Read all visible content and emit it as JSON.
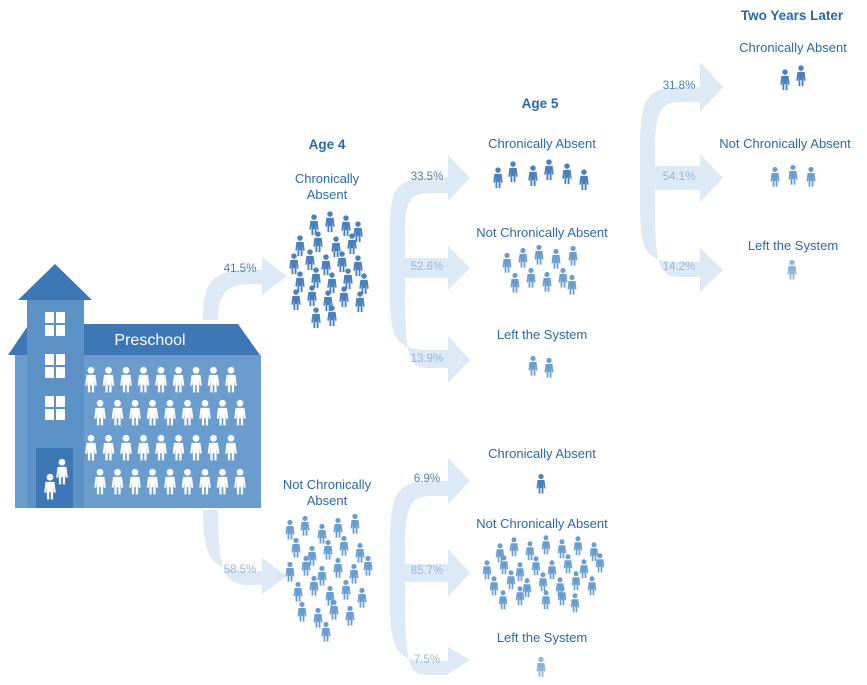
{
  "headers": {
    "age4": "Age 4",
    "age5": "Age 5",
    "two_years_later": "Two Years Later"
  },
  "school": {
    "label": "Preschool"
  },
  "age4": {
    "chronic_line1": "Chronically",
    "chronic_line2": "Absent",
    "chronic_pct": "41.5%",
    "not_chronic_line1": "Not Chronically",
    "not_chronic_line2": "Absent",
    "not_chronic_pct": "58.5%"
  },
  "age5_from_chronic": {
    "chronic_label": "Chronically Absent",
    "chronic_pct": "33.5%",
    "not_chronic_label": "Not Chronically Absent",
    "not_chronic_pct": "52.6%",
    "left_label": "Left the System",
    "left_pct": "13.9%"
  },
  "age5_from_not_chronic": {
    "chronic_label": "Chronically Absent",
    "chronic_pct": "6.9%",
    "not_chronic_label": "Not Chronically Absent",
    "not_chronic_pct": "85.7%",
    "left_label": "Left the System",
    "left_pct": "7.5%"
  },
  "two_years_later": {
    "chronic_label": "Chronically Absent",
    "chronic_pct": "31.8%",
    "not_chronic_label": "Not Chronically Absent",
    "not_chronic_pct": "54.1%",
    "left_label": "Left the System",
    "left_pct": "14.2%"
  },
  "colors": {
    "text": "#2a6aa6",
    "building": "#6a9dcd",
    "roof": "#3d77b5",
    "people_dark": "#4a81bd",
    "people_mid": "#6a9ed0",
    "people_light": "#8cb5dc",
    "arrow": "#dde9f5",
    "pct_dark": "#4b7fb6",
    "pct_light": "#98b8d8"
  }
}
